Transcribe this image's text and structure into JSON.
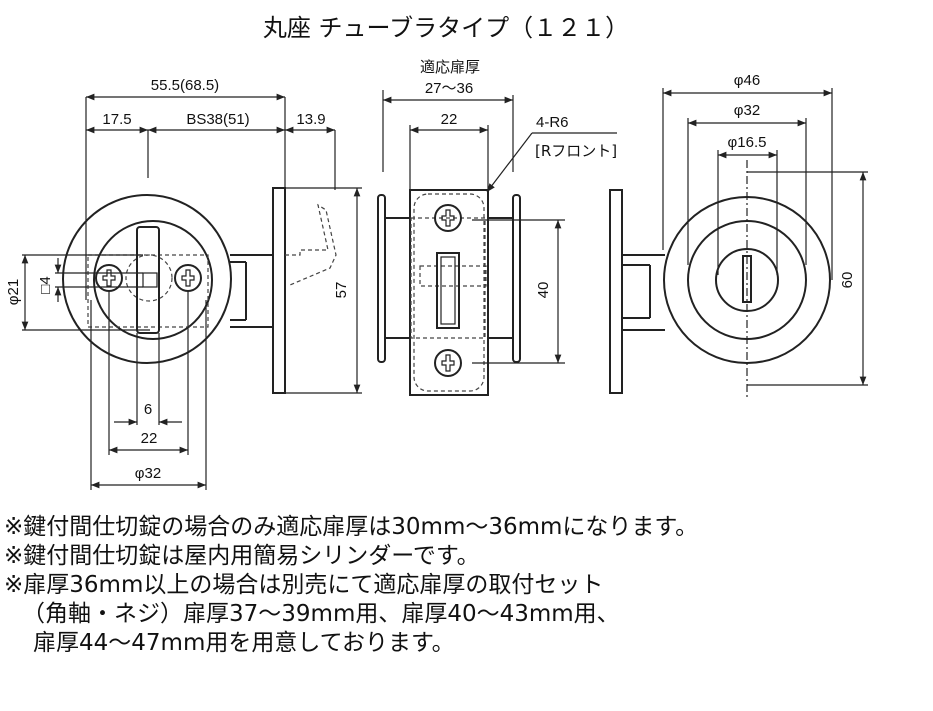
{
  "title": "丸座 チューブラタイプ（１２１）",
  "front_view": {
    "dim_overall": "55.5(68.5)",
    "dim_left": "17.5",
    "dim_backset": "BS38(51)",
    "dim_latch": "13.9",
    "dim_height": "57",
    "dim_phi21": "φ21",
    "dim_square": "□4",
    "dim_slot": "6",
    "dim_screw_pitch": "22",
    "dim_phi32": "φ32"
  },
  "side_view": {
    "door_thickness_label": "適応扉厚",
    "door_thickness_range": "27～36",
    "dim_width": "22",
    "corner_note": "4-R6",
    "corner_note_sub": "[Rフロント]",
    "dim_screw_pitch": "40"
  },
  "back_view": {
    "dim_phi46": "φ46",
    "dim_phi32": "φ32",
    "dim_phi16": "φ16.5",
    "dim_height": "60"
  },
  "notes": [
    "※鍵付間仕切錠の場合のみ適応扉厚は30mm～36mmになります。",
    "※鍵付間仕切錠は屋内用簡易シリンダーです。",
    "※扉厚36mm以上の場合は別売にて適応扉厚の取付セット",
    "（角軸・ネジ）扉厚37～39mm用、扉厚40～43mm用、",
    "扉厚44～47mm用を用意しております。"
  ]
}
